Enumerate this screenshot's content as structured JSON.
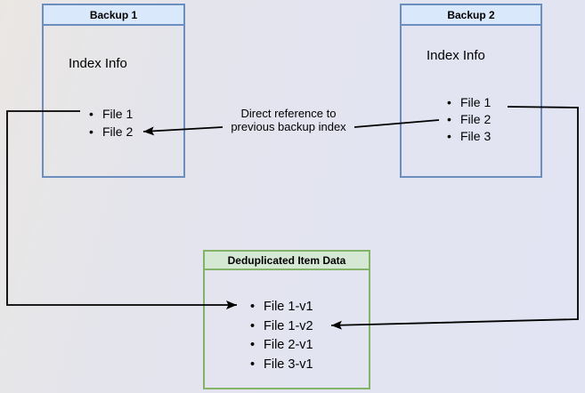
{
  "backup1": {
    "title": "Backup 1",
    "section_label": "Index Info",
    "items": [
      "File 1",
      "File 2"
    ]
  },
  "backup2": {
    "title": "Backup 2",
    "section_label": "Index Info",
    "items": [
      "File 1",
      "File 2",
      "File 3"
    ]
  },
  "dedup": {
    "title": "Deduplicated Item Data",
    "items": [
      "File 1-v1",
      "File 1-v2",
      "File 2-v1",
      "File 3-v1"
    ]
  },
  "annotation": {
    "text": "Direct reference to\nprevious backup index"
  },
  "colors": {
    "backup_box_border": "#6c8ebf",
    "backup_box_header_fill": "#dae8fc",
    "dedup_box_border": "#82b366",
    "dedup_box_header_fill": "#d5e8d4",
    "arrow": "#000000",
    "text": "#000000"
  }
}
